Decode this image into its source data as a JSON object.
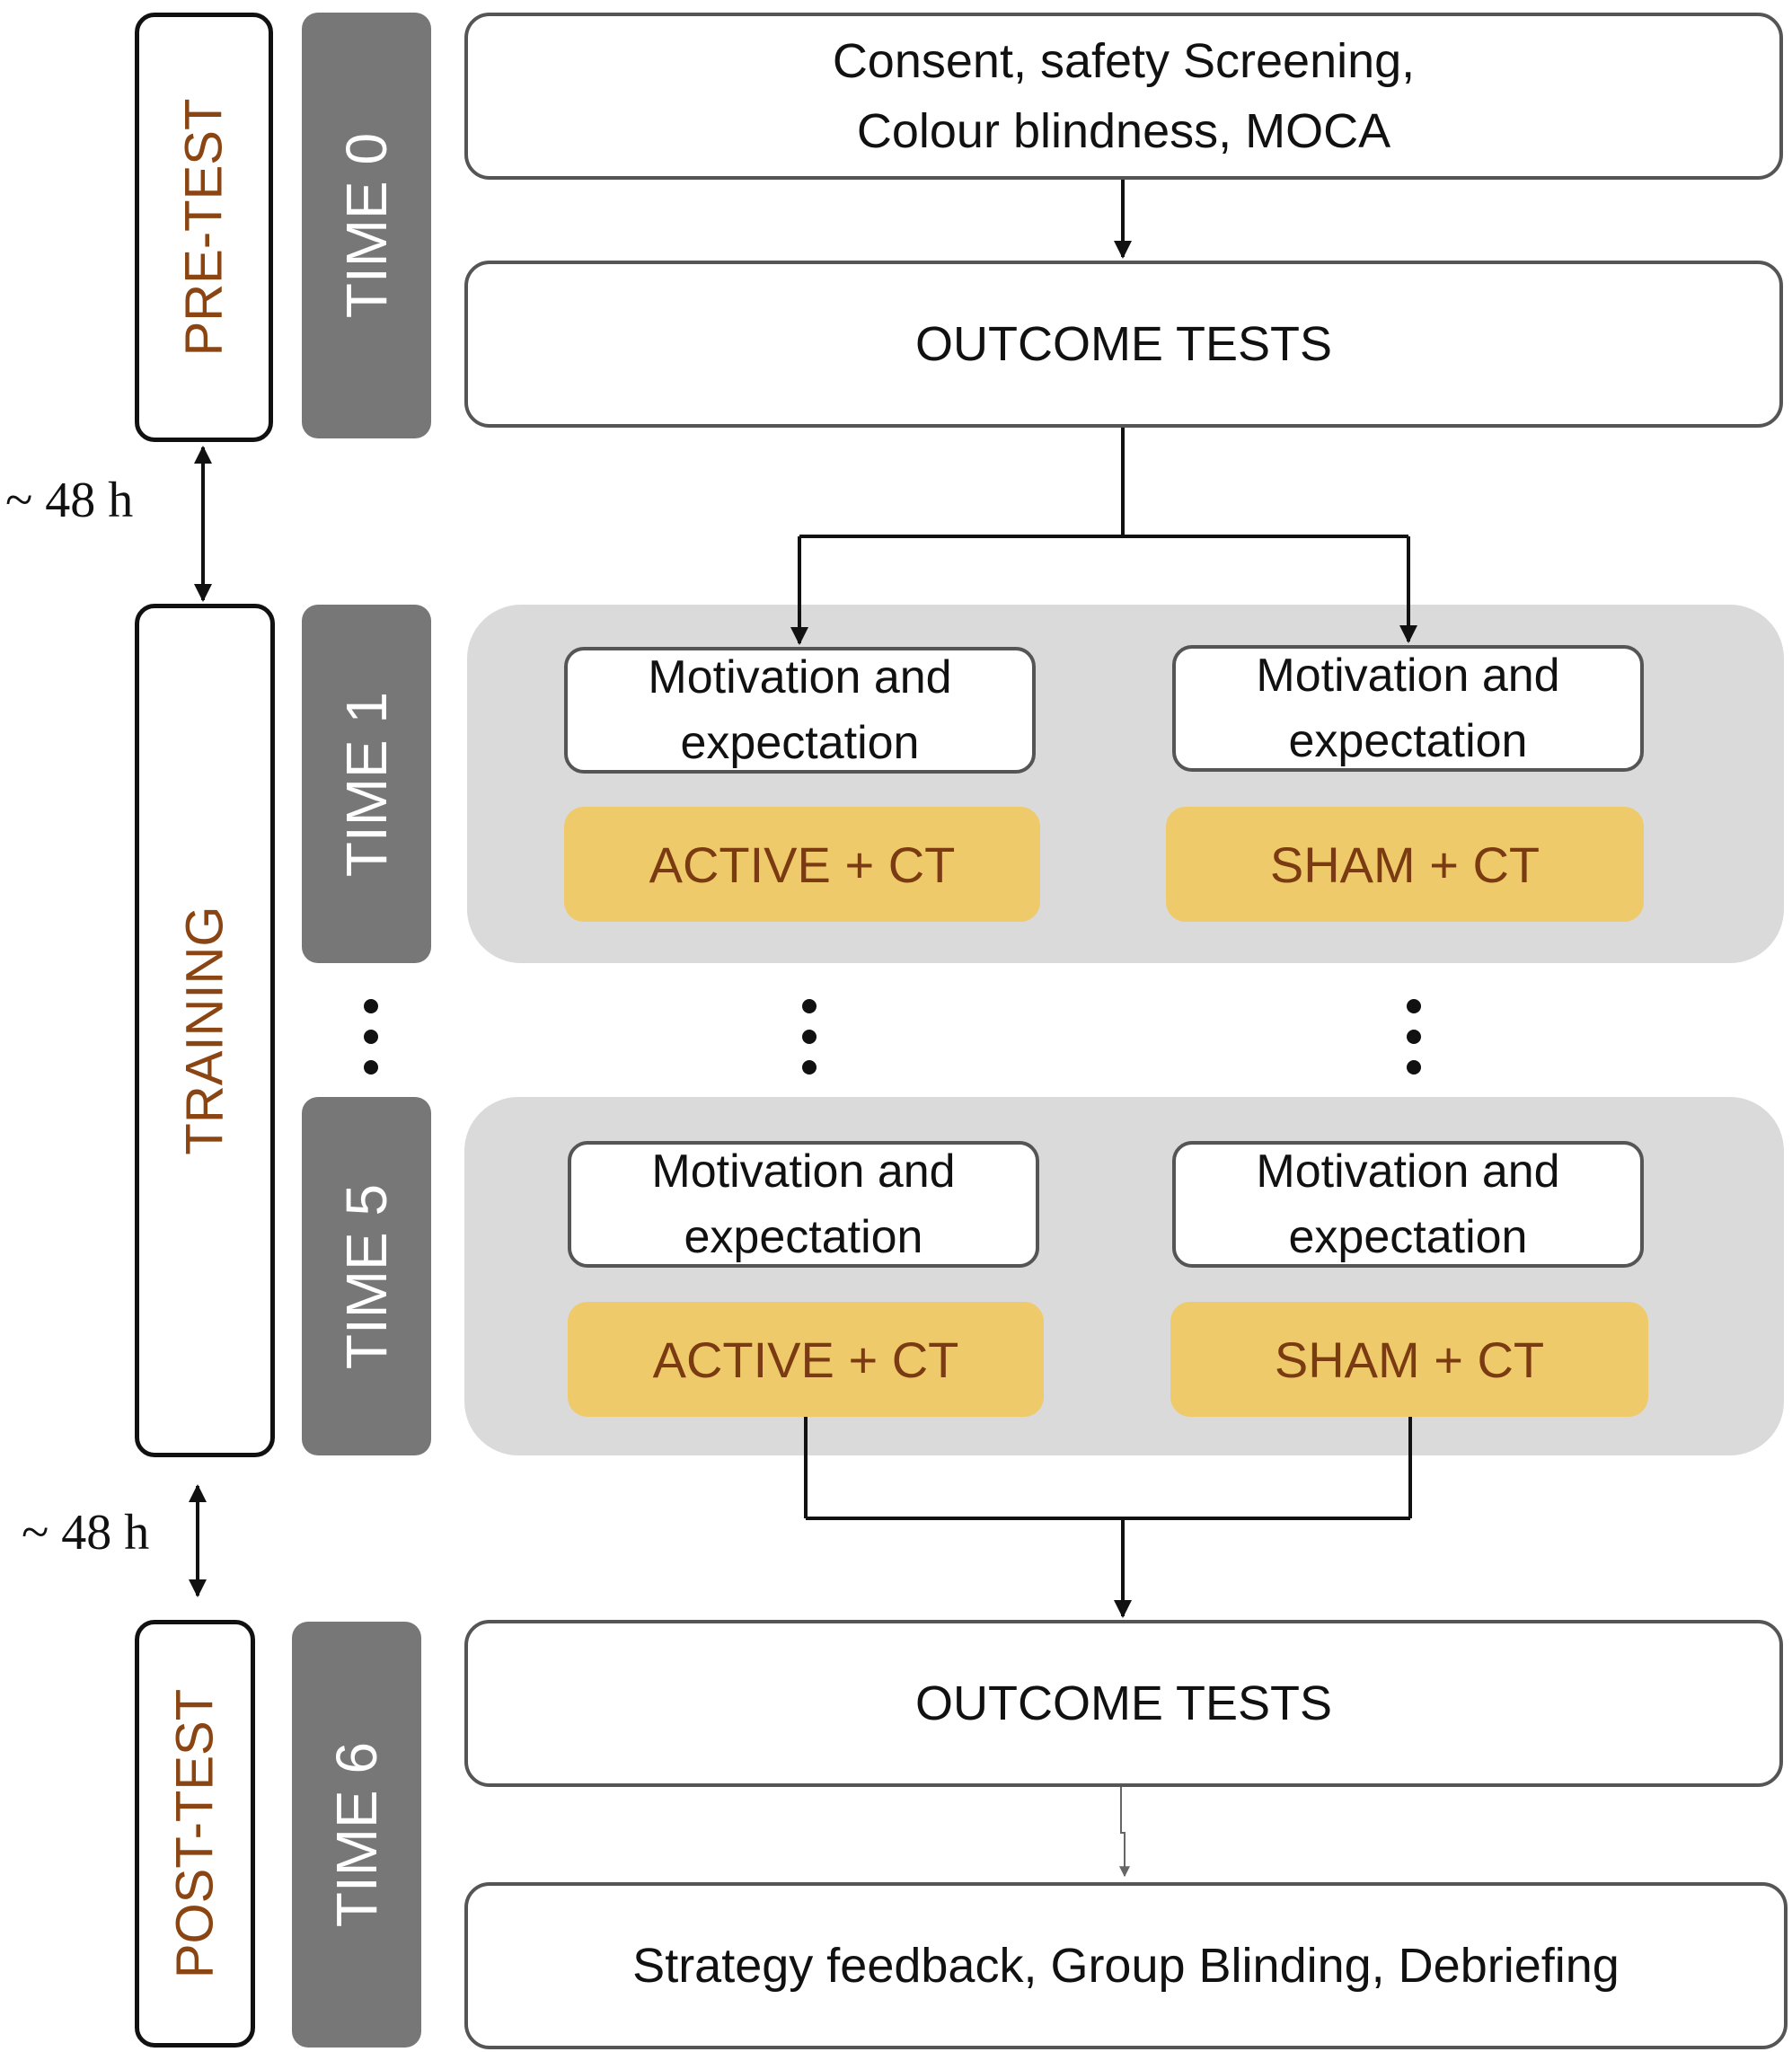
{
  "phases": {
    "pretest": "PRE-TEST",
    "training": "TRAINING",
    "posttest": "POST-TEST"
  },
  "times": {
    "t0": "TIME 0",
    "t1": "TIME 1",
    "t5": "TIME 5",
    "t6": "TIME 6"
  },
  "gaps": {
    "first": "~ 48 h",
    "second": "~ 48 h"
  },
  "steps": {
    "consent_line1": "Consent, safety Screening,",
    "consent_line2": "Colour blindness, MOCA",
    "outcome_pre": "OUTCOME TESTS",
    "outcome_post": "OUTCOME TESTS",
    "final": "Strategy feedback, Group Blinding, Debriefing"
  },
  "sessions": {
    "s1": {
      "mot_left_line1": "Motivation and",
      "mot_left_line2": "expectation",
      "mot_right_line1": "Motivation and",
      "mot_right_line2": "expectation",
      "active": "ACTIVE + CT",
      "sham": "SHAM + CT"
    },
    "s5": {
      "mot_left_line1": "Motivation and",
      "mot_left_line2": "expectation",
      "mot_right_line1": "Motivation and",
      "mot_right_line2": "expectation",
      "active": "ACTIVE + CT",
      "sham": "SHAM + CT"
    }
  },
  "colors": {
    "phase_text": "#8a4513",
    "time_bar": "#777777",
    "panel": "#dadada",
    "condition_fill": "#efca6a",
    "condition_text": "#7a3b12"
  }
}
